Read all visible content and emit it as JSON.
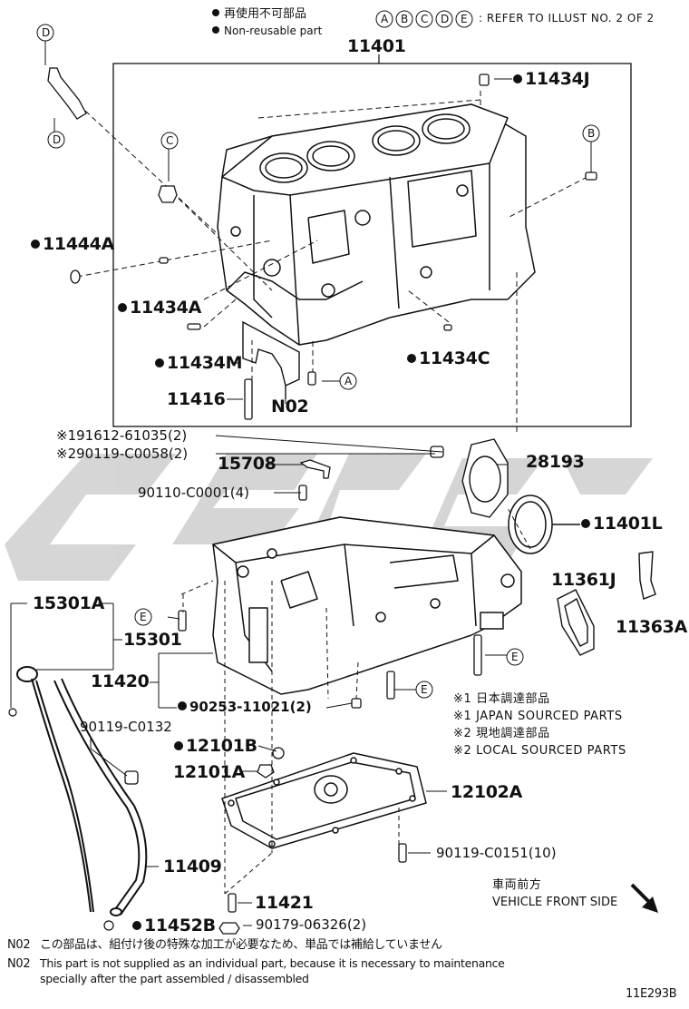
{
  "header": {
    "jp_nonreusable": "再使用不可部品",
    "en_nonreusable": "Non-reusable part",
    "refer_letters": [
      "A",
      "B",
      "C",
      "D",
      "E"
    ],
    "refer_text": ": REFER TO ILLUST NO. 2 OF 2"
  },
  "parts": {
    "p11401": "11401",
    "p11434J": "11434J",
    "p11444A": "11444A",
    "p11434A": "11434A",
    "p11434M": "11434M",
    "p11434C": "11434C",
    "p11416": "11416",
    "pN02": "N02",
    "p91612": "91612-61035(2)",
    "p90119_0058": "90119-C0058(2)",
    "p15708": "15708",
    "p28193": "28193",
    "p90110": "90110-C0001(4)",
    "p11401L": "11401L",
    "p11361J": "11361J",
    "p11363A": "11363A",
    "p15301A": "15301A",
    "p15301": "15301",
    "p11420": "11420",
    "p90253": "90253-11021(2)",
    "p90119_0132": "90119-C0132",
    "p12101B": "12101B",
    "p12101A": "12101A",
    "p12102A": "12102A",
    "p90119_0151": "90119-C0151(10)",
    "p11409": "11409",
    "p11421": "11421",
    "p11452B": "11452B",
    "p90179": "90179-06326(2)"
  },
  "markers": {
    "m1": "※1",
    "m2": "※2",
    "A": "A",
    "B": "B",
    "C": "C",
    "D": "D",
    "E": "E"
  },
  "legend": {
    "l1": "※1  日本調達部品",
    "l2": "※1  JAPAN SOURCED PARTS",
    "l3": "※2  現地調達部品",
    "l4": "※2  LOCAL SOURCED PARTS"
  },
  "direction": {
    "jp": "車両前方",
    "en": "VEHICLE FRONT SIDE"
  },
  "footer": {
    "code1": "N02",
    "jp_note": "この部品は、組付け後の特殊な加工が必要なため、単品では補給していません",
    "code2": "N02",
    "en_note_1": "This part is not supplied as an individual part, because it is necessary to maintenance",
    "en_note_2": "specially after the part assembled / disassembled",
    "illust_code": "11E293B"
  },
  "colors": {
    "line": "#111111",
    "watermark": "#c8c8c8",
    "background": "#ffffff"
  }
}
